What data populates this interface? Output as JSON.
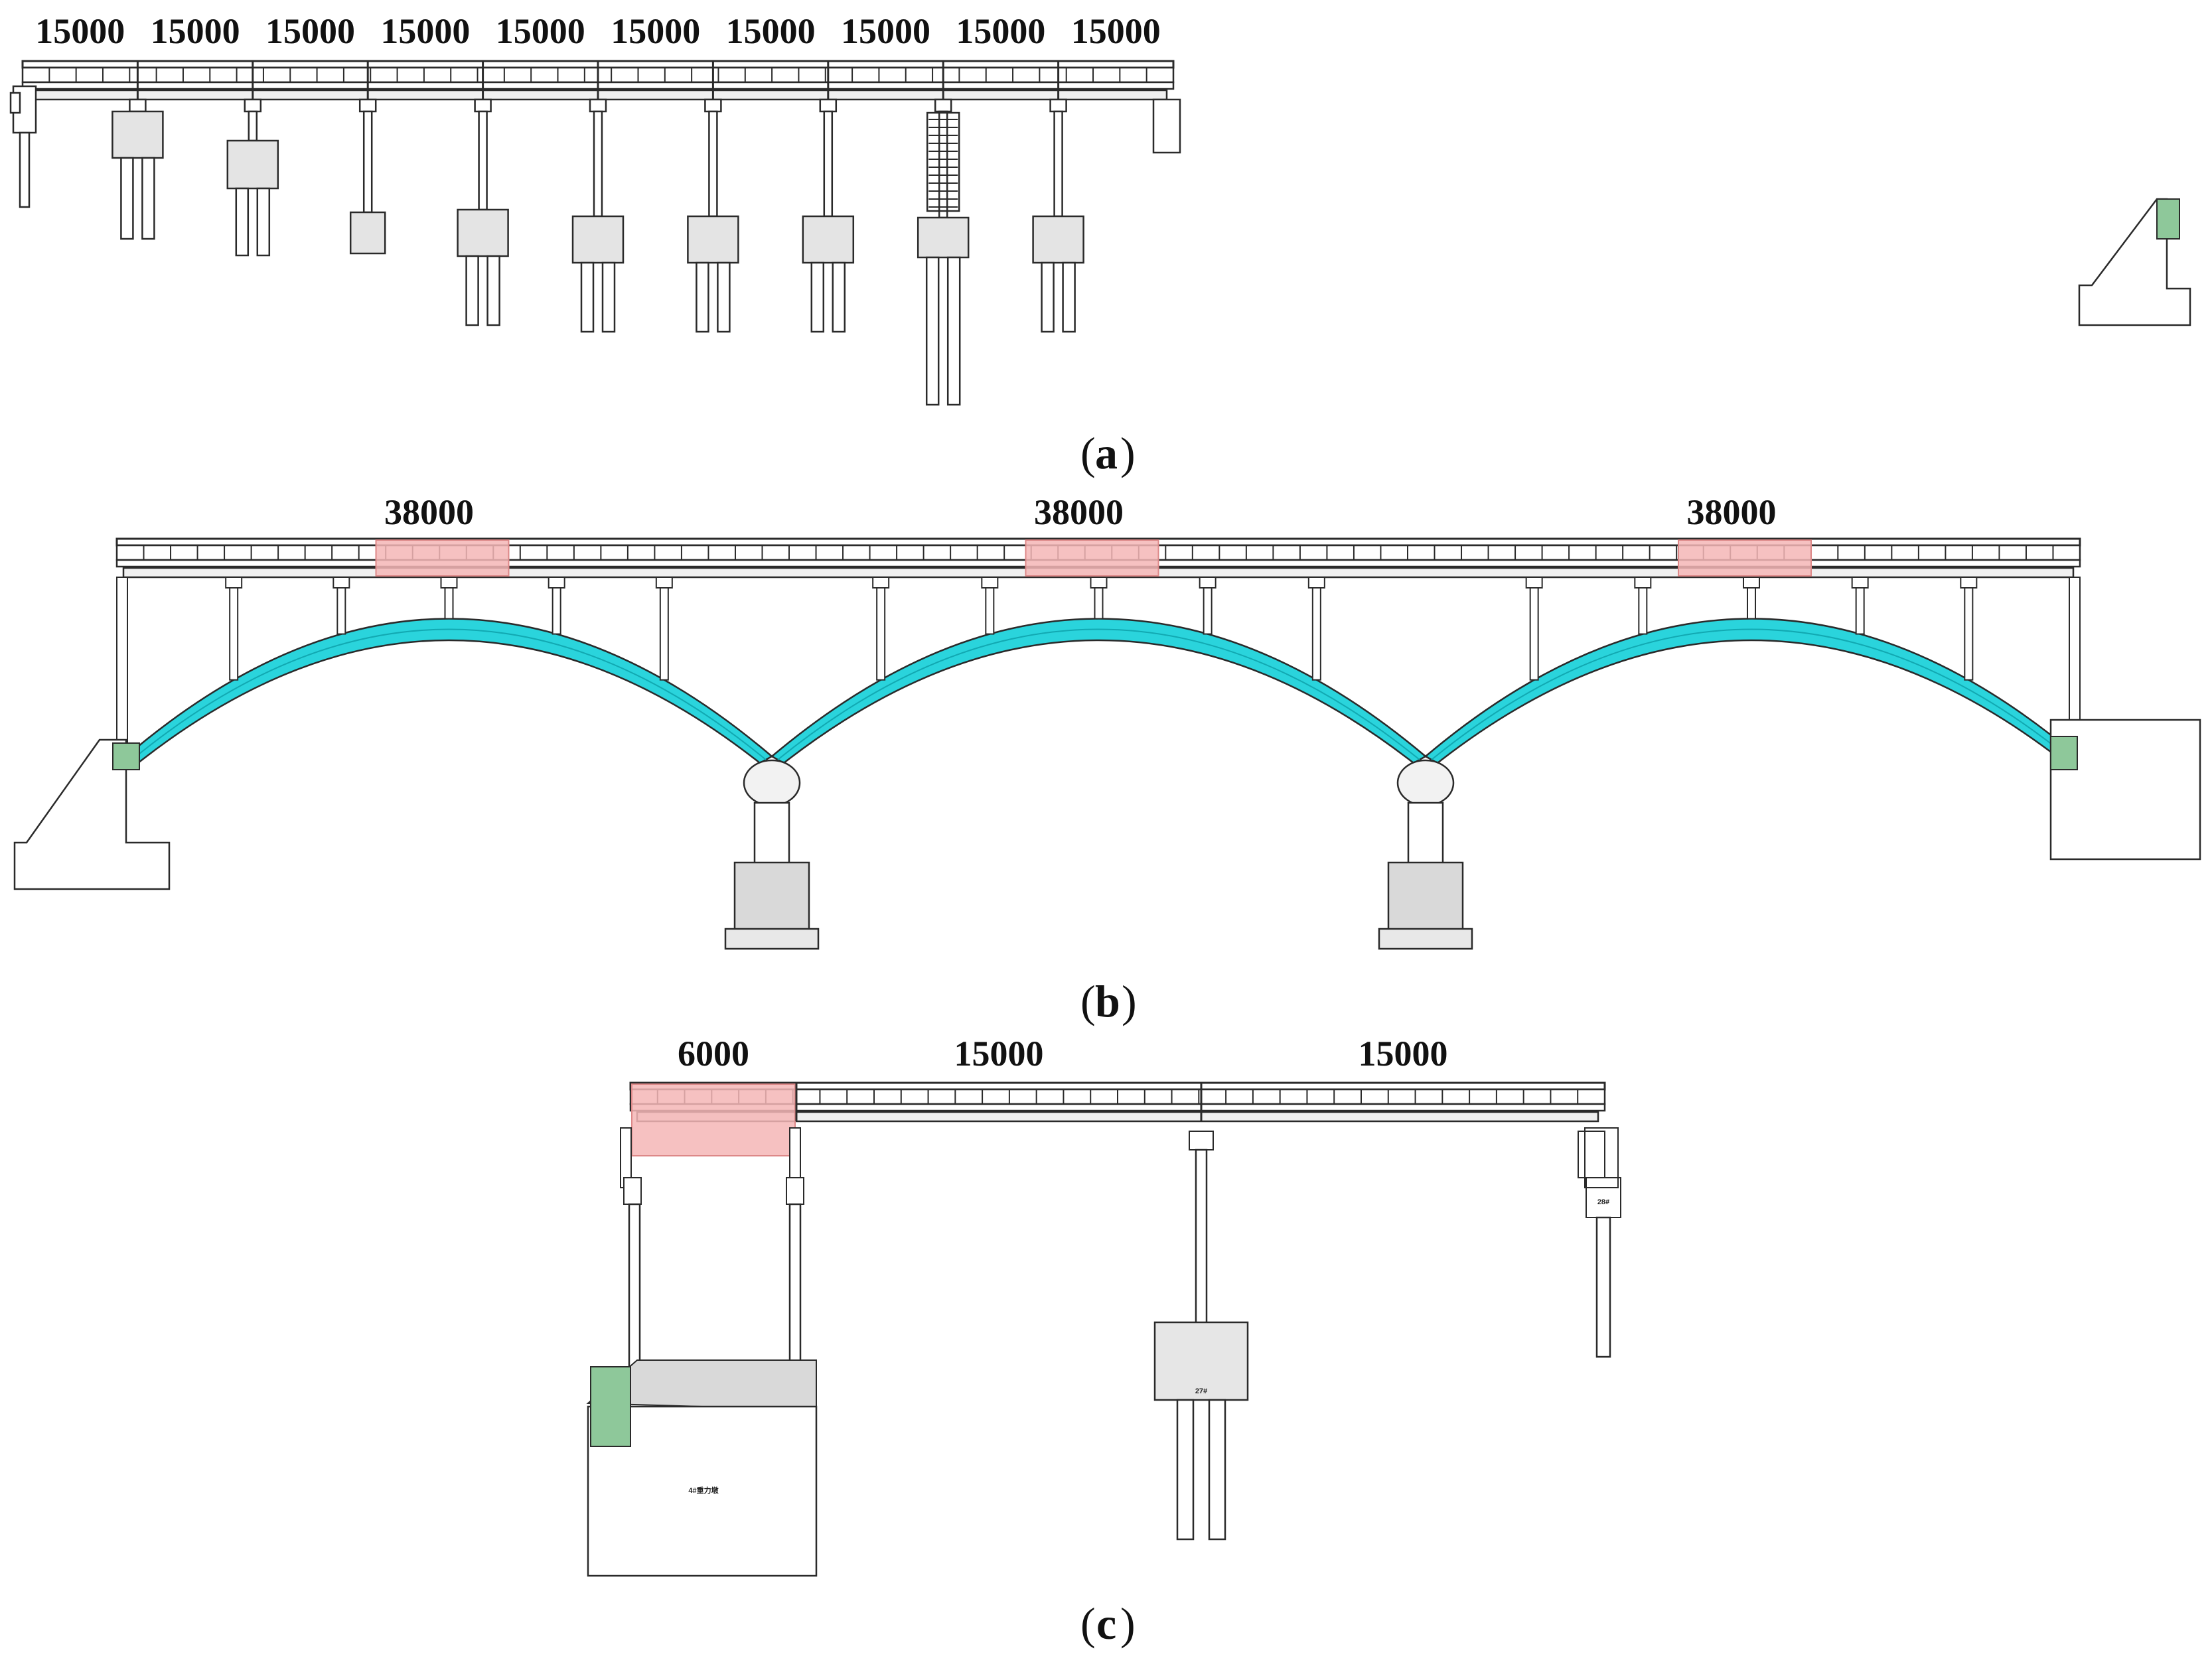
{
  "colors": {
    "deck_fill": "#f4f4f4",
    "outline": "#2a2a2a",
    "arch_rib": "#2ad4dc",
    "arch_rib_dark": "#12a9b2",
    "highlight_red": "#f4b6b6",
    "highlight_green": "#8ec89a",
    "foundation_shade": "#d9d9d9"
  },
  "panels": [
    {
      "id": "a",
      "caption": "a",
      "span_labels": [
        "15000",
        "15000",
        "15000",
        "15000",
        "15000",
        "15000",
        "15000",
        "15000",
        "15000",
        "15000"
      ]
    },
    {
      "id": "b",
      "caption": "b",
      "span_labels": [
        "38000",
        "38000",
        "38000"
      ]
    },
    {
      "id": "c",
      "caption": "c",
      "span_labels": [
        "6000",
        "15000",
        "15000"
      ],
      "pier_tags": [
        "27#",
        "28#",
        "4#重力墩"
      ]
    }
  ]
}
